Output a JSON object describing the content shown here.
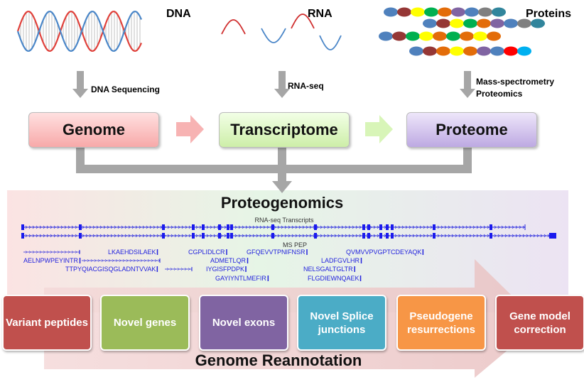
{
  "top": {
    "dna_label": "DNA",
    "rna_label": "RNA",
    "proteins_label": "Proteins",
    "dna_method": "DNA Sequencing",
    "rna_method": "RNA-seq",
    "protein_method": [
      "Mass-spectrometry",
      "Proteomics"
    ]
  },
  "protein_beads": [
    [
      "#4f81bd",
      "#953735",
      "#ffff00",
      "#00b050",
      "#e36c09",
      "#8064a2",
      "#4f81bd",
      "#808080",
      "#31859c"
    ],
    [
      "#4f81bd",
      "#953735",
      "#ffff00",
      "#00b050",
      "#e36c09",
      "#8064a2",
      "#4f81bd",
      "#808080",
      "#31859c"
    ],
    [
      "#4f81bd",
      "#953735",
      "#00b050",
      "#ffff00",
      "#e36c09",
      "#00b050",
      "#e36c09",
      "#ffff00",
      "#e36c09"
    ],
    [
      "#4f81bd",
      "#953735",
      "#e36c09",
      "#ffff00",
      "#e36c09",
      "#8064a2",
      "#4f81bd",
      "#ff0000",
      "#00b0f0"
    ]
  ],
  "stages": [
    {
      "label": "Genome",
      "color": "#f9b4b4"
    },
    {
      "label": "Transcriptome",
      "color": "#d8f5b8"
    },
    {
      "label": "Proteome",
      "color": "#c9b8e8"
    }
  ],
  "integration": {
    "title": "Proteogenomics",
    "transcripts_label": "RNA-seq Transcripts",
    "peptides_label": "MS PEP",
    "peptides": [
      "LKAEHDSILAEK",
      "CGPLIDLCR",
      "GFQEVVTPNIFNSR",
      "QVMVVPVGPTCDEYAQK",
      "AELNPWPEYINTR",
      "ADMETLQR",
      "LADFGVLHR",
      "TTPYQIACGISQGLADNTVVAK",
      "IYGISFPDPK",
      "NELSGALTGLTR",
      "GAYIYNTLMEFIR",
      "FLGDIEWNQAEK"
    ]
  },
  "outcomes": [
    {
      "label": "Variant peptides",
      "color": "#c0504d"
    },
    {
      "label": "Novel genes",
      "color": "#9bbb59"
    },
    {
      "label": "Novel exons",
      "color": "#8064a2"
    },
    {
      "label": "Novel Splice junctions",
      "color": "#4bacc6"
    },
    {
      "label": "Pseudogene resurrections",
      "color": "#f79646"
    },
    {
      "label": "Gene model correction",
      "color": "#c0504d"
    }
  ],
  "footer": {
    "title": "Genome Reannotation"
  }
}
